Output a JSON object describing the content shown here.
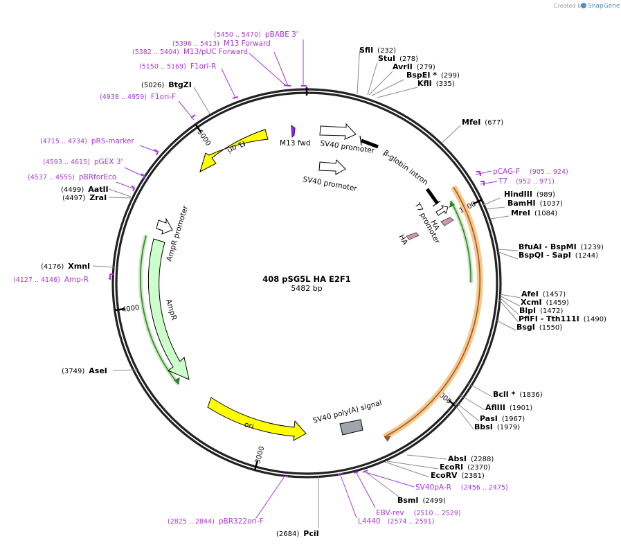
{
  "credit": {
    "prefix": "Created by",
    "brand": "SnapGene"
  },
  "plasmid": {
    "name": "408 pSG5L HA E2F1",
    "length_label": "5482 bp"
  },
  "ticks": [
    {
      "label": "1000",
      "angle": 64.5
    },
    {
      "label": "2000",
      "angle": 129.5
    },
    {
      "label": "3000",
      "angle": 195.5
    },
    {
      "label": "4000",
      "angle": 262
    },
    {
      "label": "5000",
      "angle": 325
    }
  ],
  "sites": [
    {
      "name": "SfiI",
      "pos": "(232)",
      "side": "right"
    },
    {
      "name": "StuI",
      "pos": "(278)",
      "side": "right"
    },
    {
      "name": "AvrII",
      "pos": "(279)",
      "side": "right"
    },
    {
      "name": "BspEI *",
      "pos": "(299)",
      "side": "right"
    },
    {
      "name": "KflI",
      "pos": "(335)",
      "side": "right"
    },
    {
      "name": "MfeI",
      "pos": "(677)",
      "side": "right"
    },
    {
      "name": "HindIII",
      "pos": "(989)",
      "side": "right"
    },
    {
      "name": "BamHI",
      "pos": "(1037)",
      "side": "right"
    },
    {
      "name": "MreI",
      "pos": "(1084)",
      "side": "right"
    },
    {
      "name": "BfuAI  - BspMI",
      "pos": "(1239)",
      "side": "right"
    },
    {
      "name": "BspQI  - SapI",
      "pos": "(1244)",
      "side": "right"
    },
    {
      "name": "AfeI",
      "pos": "(1457)",
      "side": "right"
    },
    {
      "name": "XcmI",
      "pos": "(1459)",
      "side": "right"
    },
    {
      "name": "BlpI",
      "pos": "(1472)",
      "side": "right"
    },
    {
      "name": "PflFI  - Tth111I",
      "pos": "(1490)",
      "side": "right"
    },
    {
      "name": "BsgI",
      "pos": "(1550)",
      "side": "right"
    },
    {
      "name": "BclI *",
      "pos": "(1836)",
      "side": "right"
    },
    {
      "name": "AflIII",
      "pos": "(1901)",
      "side": "right"
    },
    {
      "name": "PasI",
      "pos": "(1967)",
      "side": "right"
    },
    {
      "name": "BbsI",
      "pos": "(1979)",
      "side": "right"
    },
    {
      "name": "AbsI",
      "pos": "(2288)",
      "side": "right"
    },
    {
      "name": "EcoRI",
      "pos": "(2370)",
      "side": "right"
    },
    {
      "name": "EcoRV",
      "pos": "(2381)",
      "side": "right"
    },
    {
      "name": "BsmI",
      "pos": "(2499)",
      "side": "right"
    },
    {
      "name": "PciI",
      "pos": "(2684)",
      "side": "left"
    },
    {
      "name": "AseI",
      "pos": "(3749)",
      "side": "left"
    },
    {
      "name": "XmnI",
      "pos": "(4176)",
      "side": "left"
    },
    {
      "name": "ZraI",
      "pos": "(4497)",
      "side": "left"
    },
    {
      "name": "AatII",
      "pos": "(4499)",
      "side": "left"
    },
    {
      "name": "BtgZI",
      "pos": "(5026)",
      "side": "left"
    }
  ],
  "primers": [
    {
      "name": "pBABE 3'",
      "range": "(5450 .. 5470)",
      "side": "left"
    },
    {
      "name": "M13 Forward",
      "range": "(5396 .. 5413)",
      "side": "left"
    },
    {
      "name": "M13/pUC Forward",
      "range": "(5382 .. 5404)",
      "side": "left"
    },
    {
      "name": "F1ori-R",
      "range": "(5150 .. 5169)",
      "side": "left"
    },
    {
      "name": "F1ori-F",
      "range": "(4938 .. 4959)",
      "side": "left"
    },
    {
      "name": "pRS-marker",
      "range": "(4715 .. 4734)",
      "side": "left"
    },
    {
      "name": "pGEX 3'",
      "range": "(4593 .. 4615)",
      "side": "left"
    },
    {
      "name": "pBRforEco",
      "range": "(4537 .. 4555)",
      "side": "left"
    },
    {
      "name": "Amp-R",
      "range": "(4127 .. 4146)",
      "side": "left"
    },
    {
      "name": "pCAG-F",
      "range": "(905 .. 924)",
      "side": "right"
    },
    {
      "name": "T7",
      "range": "(952 .. 971)",
      "side": "right"
    },
    {
      "name": "SV40pA-R",
      "range": "(2456 .. 2475)",
      "side": "right"
    },
    {
      "name": "EBV-rev",
      "range": "(2510 .. 2529)",
      "side": "right"
    },
    {
      "name": "L4440",
      "range": "(2574 .. 2591)",
      "side": "right"
    },
    {
      "name": "pBR322ori-F",
      "range": "(2825 .. 2844)",
      "side": "left"
    }
  ],
  "features": [
    {
      "name": "f1 ori",
      "color": "#ffff00"
    },
    {
      "name": "ori",
      "color": "#ffff00"
    },
    {
      "name": "AmpR",
      "color": "#ccffcc"
    },
    {
      "name": "AmpR promoter",
      "color": "#ffffff"
    },
    {
      "name": "SV40 promoter",
      "color": "#ffffff"
    },
    {
      "name": "SV40 promoter",
      "color": "#ffffff"
    },
    {
      "name": "β-globin intron",
      "color": "#000000"
    },
    {
      "name": "T7 promoter",
      "color": "#ffffff"
    },
    {
      "name": "HA",
      "color": "#c89aaa"
    },
    {
      "name": "HA",
      "color": "#c89aaa"
    },
    {
      "name": "M13 fwd",
      "color": "#8a2be2"
    },
    {
      "name": "SV40 poly(A) signal",
      "color": "#a0a4ab"
    }
  ],
  "colors": {
    "primer": "#a637d3",
    "orf_outline": "#f0a84a",
    "orf_inner": "#4caf50",
    "backbone": "#222222"
  }
}
